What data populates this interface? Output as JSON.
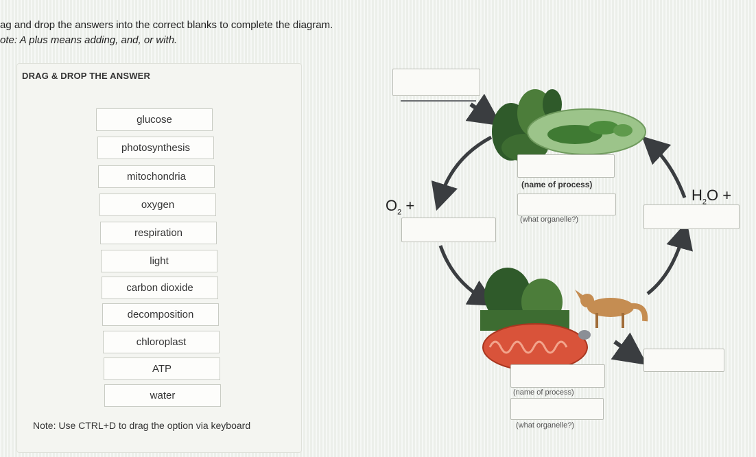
{
  "instructions": {
    "line1": "ag and drop the answers into the correct blanks to complete the diagram.",
    "line2": "ote: A plus means adding, and, or with."
  },
  "panel": {
    "title": "DRAG & DROP THE ANSWER",
    "options": [
      "glucose",
      "photosynthesis",
      "mitochondria",
      "oxygen",
      "respiration",
      "light",
      "carbon dioxide",
      "decomposition",
      "chloroplast",
      "ATP",
      "water"
    ],
    "keyboard_note": "Note: Use CTRL+D to drag the option via keyboard"
  },
  "diagram": {
    "o2_label": "O",
    "o2_sub": "2",
    "o2_plus": " +",
    "h2o_h": "H",
    "h2o_sub": "2",
    "h2o_o": "O +",
    "label_process_top": "(name of process)",
    "label_organelle_top": "(what organelle?)",
    "label_process_bottom": "(name of process)",
    "label_organelle_bottom": "(what organelle?)"
  },
  "colors": {
    "arrow": "#3a3d40",
    "tree_dark": "#2f5a2a",
    "tree_mid": "#4c7d3a",
    "chloroplast": "#9cc48a",
    "mitochondria": "#d9533a",
    "fox": "#c58d52"
  }
}
